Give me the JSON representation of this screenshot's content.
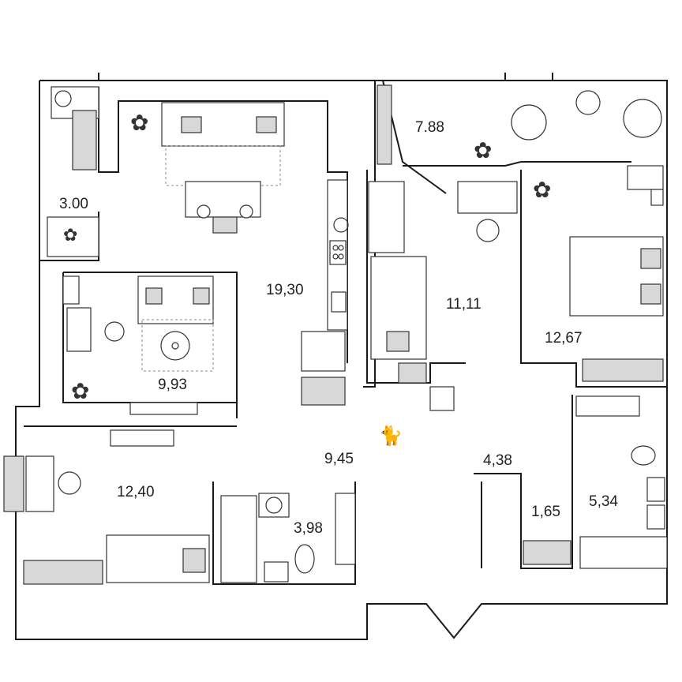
{
  "rooms": [
    {
      "id": "loggia-left",
      "area": "3.00"
    },
    {
      "id": "living-kitchen",
      "area": "19,30"
    },
    {
      "id": "loggia-top",
      "area": "7.88"
    },
    {
      "id": "bedroom-middle",
      "area": "11,11"
    },
    {
      "id": "bedroom-right",
      "area": "12,67"
    },
    {
      "id": "study",
      "area": "9,93"
    },
    {
      "id": "hall",
      "area": "9,45"
    },
    {
      "id": "corridor",
      "area": "4,38"
    },
    {
      "id": "bedroom-left",
      "area": "12,40"
    },
    {
      "id": "bathroom-small",
      "area": "3,98"
    },
    {
      "id": "wardrobe",
      "area": "1,65"
    },
    {
      "id": "bathroom-large",
      "area": "5,34"
    }
  ],
  "colors": {
    "wall": "#1a1a1a",
    "furniture_fill": "#d8d8d8",
    "text": "#222222"
  }
}
